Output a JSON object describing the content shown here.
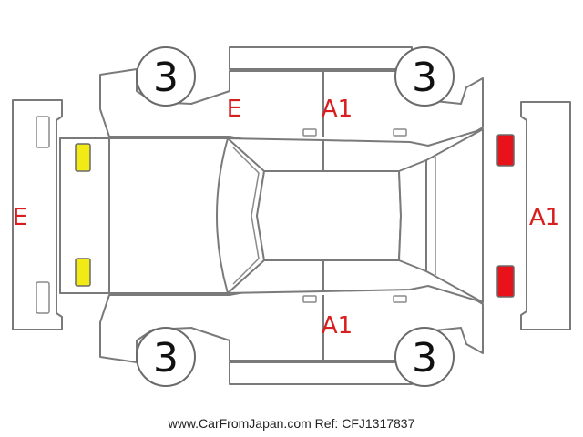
{
  "labels": {
    "roof_left": "E",
    "roof_right": "A1",
    "front_bumper": "E",
    "rear_bumper": "A1",
    "lower_door": "A1"
  },
  "wheels": {
    "front_left": "3",
    "rear_left": "3",
    "front_right": "3",
    "rear_right": "3"
  },
  "colors": {
    "front_lights": "#f2ea14",
    "rear_lights": "#e8121a",
    "damage_code": "#d81e1e"
  },
  "footer": "www.CarFromJapan.com Ref: CFJ1317837"
}
